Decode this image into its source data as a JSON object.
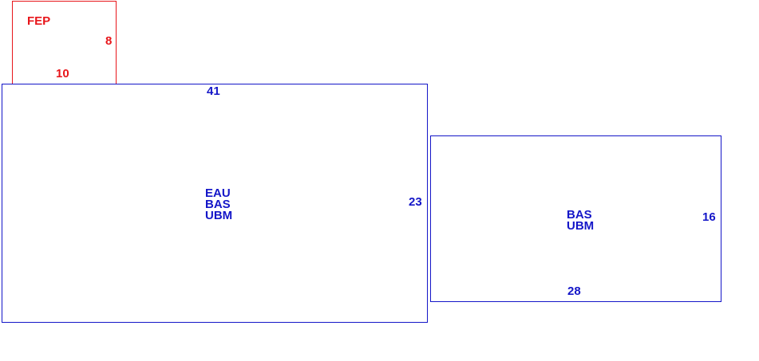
{
  "diagram": {
    "colors": {
      "red": "#e8161b",
      "blue": "#1416c8"
    },
    "rooms": [
      {
        "id": "fep-room",
        "color": "red",
        "labels": [
          "FEP"
        ],
        "dim_a": "8",
        "dim_b": "10"
      },
      {
        "id": "main-room",
        "color": "blue",
        "labels": [
          "EAU",
          "BAS",
          "UBM"
        ],
        "dim_a": "41",
        "dim_b": "23"
      },
      {
        "id": "side-room",
        "color": "blue",
        "labels": [
          "BAS",
          "UBM"
        ],
        "dim_a": "16",
        "dim_b": "28"
      }
    ]
  }
}
